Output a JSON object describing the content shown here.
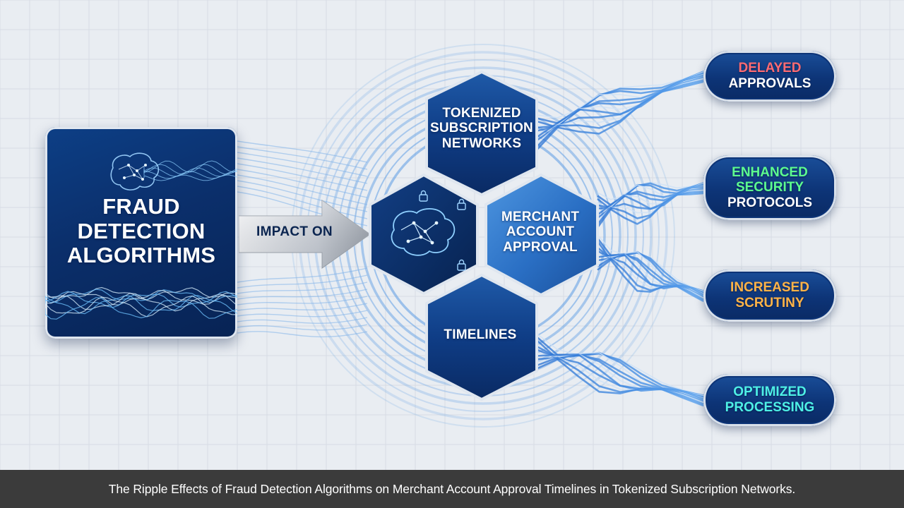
{
  "source": {
    "title_lines": [
      "FRAUD",
      "DETECTION",
      "ALGORITHMS"
    ]
  },
  "connector": {
    "label": "IMPACT ON"
  },
  "hexagons": {
    "tokenized": {
      "lines": [
        "TOKENIZED",
        "SUBSCRIPTION",
        "NETWORKS"
      ]
    },
    "merchant": {
      "lines": [
        "MERCHANT",
        "ACCOUNT",
        "APPROVAL"
      ]
    },
    "timelines": {
      "lines": [
        "TIMELINES"
      ]
    }
  },
  "outcomes": [
    {
      "lines": [
        "DELAYED",
        "APPROVALS"
      ],
      "line_colors": [
        "#ff6b72",
        "#ffffff"
      ]
    },
    {
      "lines": [
        "ENHANCED",
        "SECURITY",
        "PROTOCOLS"
      ],
      "line_colors": [
        "#5dfc8f",
        "#5dfc8f",
        "#ffffff"
      ]
    },
    {
      "lines": [
        "INCREASED",
        "SCRUTINY"
      ],
      "line_colors": [
        "#ffb347",
        "#ffb347"
      ]
    },
    {
      "lines": [
        "OPTIMIZED",
        "PROCESSING"
      ],
      "line_colors": [
        "#4ef0e6",
        "#4ef0e6"
      ]
    }
  ],
  "caption": "The Ripple Effects of Fraud Detection Algorithms on Merchant Account Approval Timelines in Tokenized Subscription Networks.",
  "colors": {
    "navy": "#0b2f6b",
    "wave_blue": "#3d86de",
    "caption_bg": "#3b3b3b",
    "background": "#e9edf2"
  },
  "icons": [
    "brain-network-icon",
    "padlock-icon"
  ]
}
